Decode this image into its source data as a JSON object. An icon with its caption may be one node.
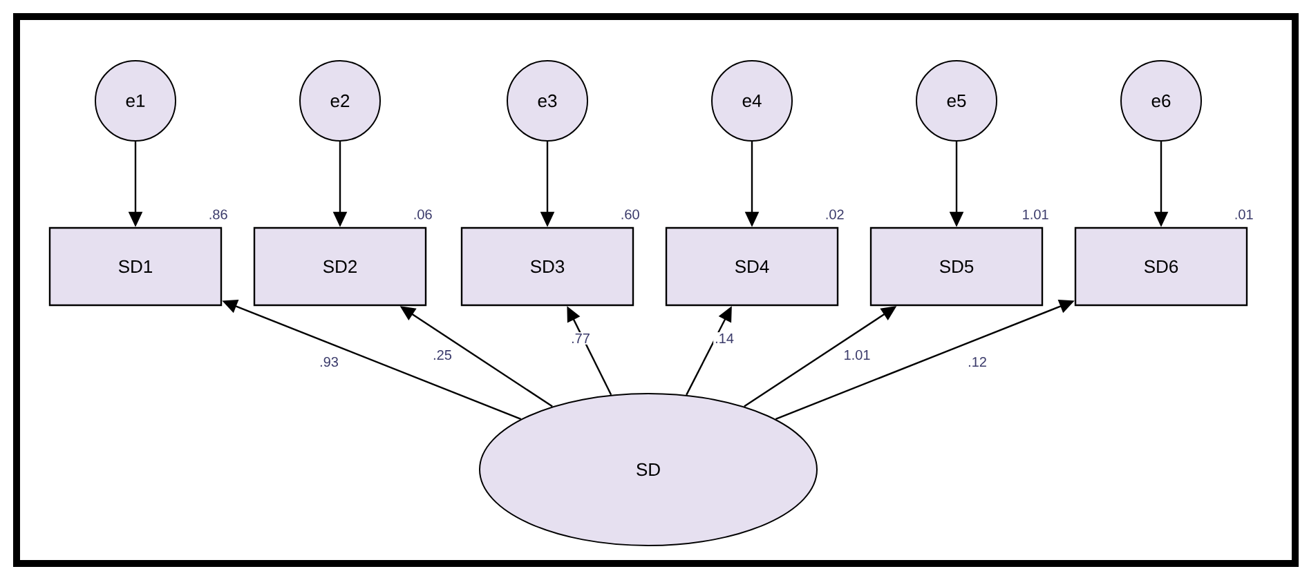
{
  "diagram": {
    "nodes": [
      {
        "text": [
          "e1"
        ]
      },
      {
        "text": [
          "e2"
        ]
      },
      {
        "text": [
          "e3"
        ]
      },
      {
        "text": [
          "e4"
        ]
      },
      {
        "text": [
          "e5"
        ]
      },
      {
        "text": [
          "e6"
        ]
      },
      {
        "text": [
          "SD1"
        ],
        "beside": [
          ".86"
        ]
      },
      {
        "text": [
          "SD2"
        ],
        "beside": [
          ".06"
        ]
      },
      {
        "text": [
          "SD3"
        ],
        "beside": [
          ".60"
        ]
      },
      {
        "text": [
          "SD4"
        ],
        "beside": [
          ".02"
        ]
      },
      {
        "text": [
          "SD5"
        ],
        "beside": [
          "1.01"
        ]
      },
      {
        "text": [
          "SD6"
        ],
        "beside": [
          ".01"
        ]
      },
      {
        "text": [
          "SD"
        ]
      }
    ],
    "edges": [
      {
        "from": 0,
        "to": 6,
        "arrow": "to"
      },
      {
        "from": 1,
        "to": 7,
        "arrow": "to"
      },
      {
        "from": 2,
        "to": 8,
        "arrow": "to"
      },
      {
        "from": 3,
        "to": 9,
        "arrow": "to"
      },
      {
        "from": 4,
        "to": 10,
        "arrow": "to"
      },
      {
        "from": 5,
        "to": 11,
        "arrow": "to"
      },
      {
        "from": 12,
        "to": 6,
        "arrow": "to",
        "label": ".93"
      },
      {
        "from": 12,
        "to": 7,
        "arrow": "to",
        "label": ".25"
      },
      {
        "from": 12,
        "to": 8,
        "arrow": "to",
        "label": ".77"
      },
      {
        "from": 12,
        "to": 9,
        "arrow": "to",
        "label": ".14"
      },
      {
        "from": 12,
        "to": 10,
        "arrow": "to",
        "label": "1.01"
      },
      {
        "from": 12,
        "to": 11,
        "arrow": "to",
        "label": ".12"
      }
    ]
  }
}
